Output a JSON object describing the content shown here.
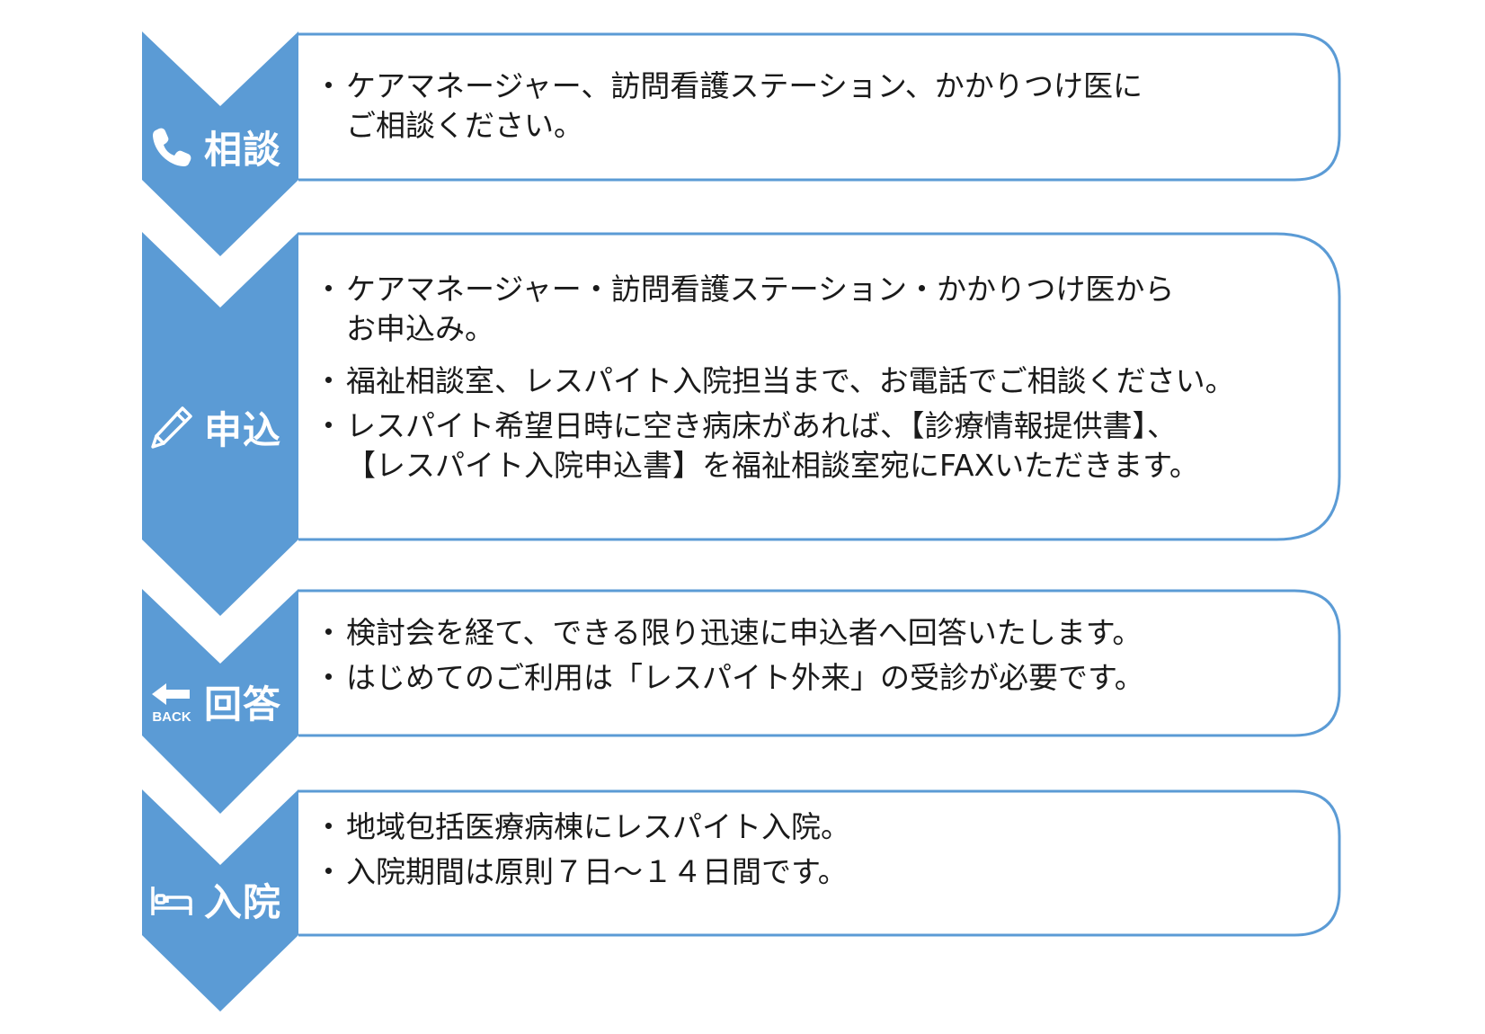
{
  "theme": {
    "chevron_color": "#5b9bd5",
    "border_color": "#5b9bd5",
    "label_color": "#ffffff",
    "text_color": "#1a1a1a"
  },
  "steps": [
    {
      "id": "consult",
      "label": "相談",
      "icon": "phone-icon",
      "bullets": [
        "ケアマネージャー、訪問看護ステーション、かかりつけ医に\nご相談ください。"
      ]
    },
    {
      "id": "apply",
      "label": "申込",
      "icon": "pencil-icon",
      "bullets": [
        "ケアマネージャー・訪問看護ステーション・かかりつけ医から\nお申込み。",
        "福祉相談室、レスパイト入院担当まで、お電話でご相談ください。",
        "レスパイト希望日時に空き病床があれば、【診療情報提供書】、\n【レスパイト入院申込書】を福祉相談室宛にFAXいただきます。"
      ]
    },
    {
      "id": "answer",
      "label": "回答",
      "icon": "back-arrow-icon",
      "icon_caption": "BACK",
      "bullets": [
        "検討会を経て、できる限り迅速に申込者へ回答いたします。",
        "はじめてのご利用は「レスパイト外来」の受診が必要です。"
      ]
    },
    {
      "id": "admission",
      "label": "入院",
      "icon": "bed-icon",
      "bullets": [
        "地域包括医療病棟にレスパイト入院。",
        "入院期間は原則７日～１４日間です。"
      ]
    }
  ]
}
